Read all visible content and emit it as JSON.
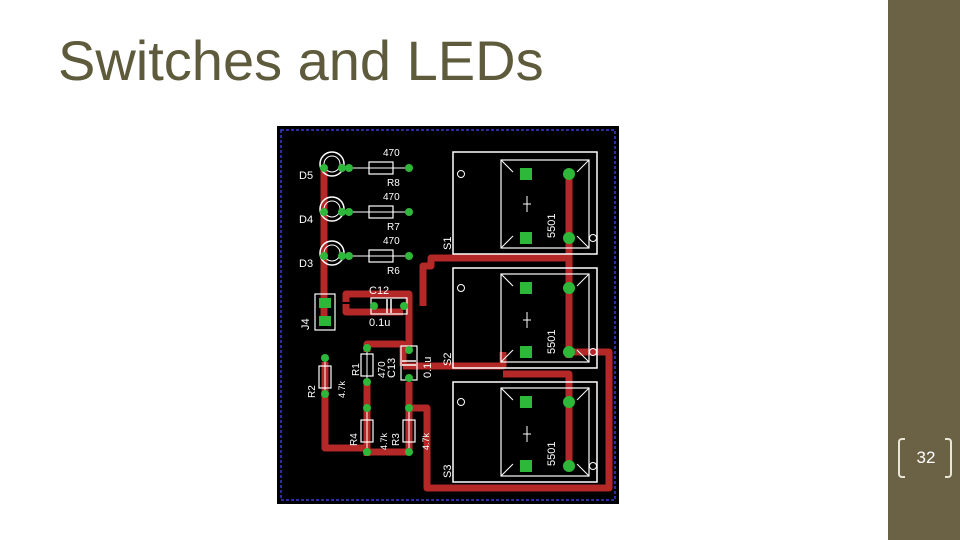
{
  "slide": {
    "title": "Switches and LEDs",
    "page_number": "32"
  },
  "pcb": {
    "leds": [
      {
        "label": "D5"
      },
      {
        "label": "D4"
      },
      {
        "label": "D3"
      }
    ],
    "resistors_top": [
      {
        "value": "470",
        "label": "R8"
      },
      {
        "value": "470",
        "label": "R7"
      },
      {
        "value": "470",
        "label": "R6"
      }
    ],
    "capacitor_c12": {
      "label": "C12",
      "value": "0.1u"
    },
    "connector_j4": {
      "label": "J4"
    },
    "resistor_r1": {
      "label": "R1",
      "value": "470"
    },
    "capacitor_c13": {
      "label": "C13",
      "value": "0.1u"
    },
    "resistor_r2": {
      "label": "R2",
      "value": "4.7k"
    },
    "resistor_r4": {
      "label": "R4",
      "value": "4.7k"
    },
    "resistor_r3": {
      "label": "R3",
      "value": "4.7k"
    },
    "switches": [
      {
        "label": "S1",
        "part": "5501"
      },
      {
        "label": "S2",
        "part": "5501"
      },
      {
        "label": "S3",
        "part": "5501"
      }
    ]
  },
  "colors": {
    "sidebar": "#6b6145",
    "title": "#5e5a3c",
    "board": "#000000",
    "trace": "#b42828",
    "pad": "#2db83a",
    "silkscreen": "#ffffff",
    "outline": "#3a3ad8"
  }
}
